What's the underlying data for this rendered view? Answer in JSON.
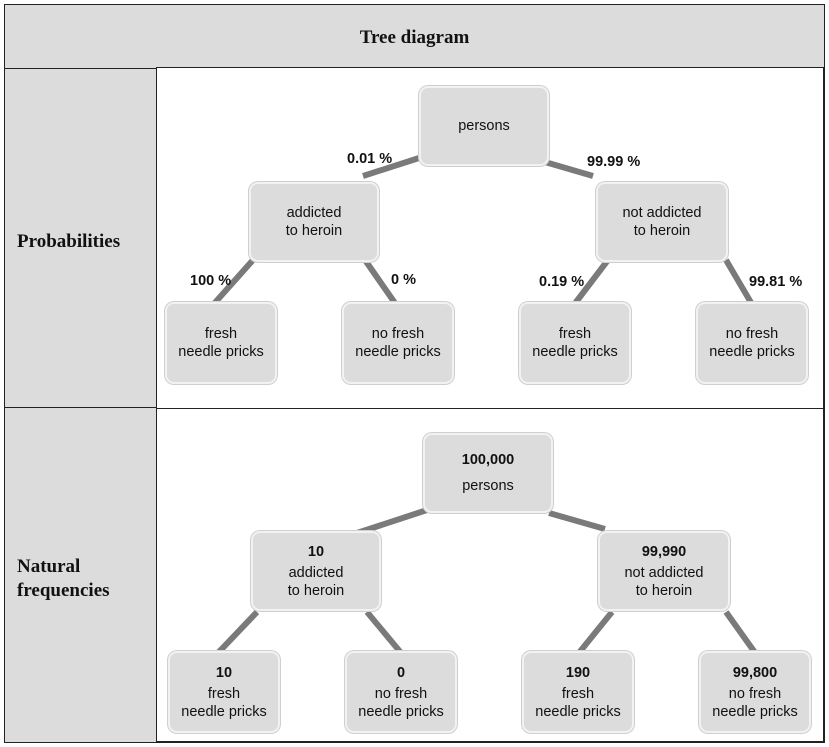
{
  "header": {
    "title": "Tree diagram"
  },
  "rows": {
    "probabilities": {
      "label": "Probabilities"
    },
    "natural_frequencies": {
      "label_line1": "Natural",
      "label_line2": "frequencies"
    }
  },
  "prob_tree": {
    "root": {
      "label": "persons"
    },
    "left": {
      "label_line1": "addicted",
      "label_line2": "to heroin"
    },
    "right": {
      "label_line1": "not addicted",
      "label_line2": "to heroin"
    },
    "leaf_ll": {
      "label_line1": "fresh",
      "label_line2": "needle pricks"
    },
    "leaf_lr": {
      "label_line1": "no fresh",
      "label_line2": "needle pricks"
    },
    "leaf_rl": {
      "label_line1": "fresh",
      "label_line2": "needle pricks"
    },
    "leaf_rr": {
      "label_line1": "no fresh",
      "label_line2": "needle pricks"
    },
    "edges": {
      "root_left": "0.01 %",
      "root_right": "99.99 %",
      "left_left": "100 %",
      "left_right": "0 %",
      "right_left": "0.19 %",
      "right_right": "99.81 %"
    }
  },
  "nf_tree": {
    "root": {
      "count": "100,000",
      "label": "persons"
    },
    "left": {
      "count": "10",
      "label_line1": "addicted",
      "label_line2": "to heroin"
    },
    "right": {
      "count": "99,990",
      "label_line1": "not addicted",
      "label_line2": "to heroin"
    },
    "leaf_ll": {
      "count": "10",
      "label_line1": "fresh",
      "label_line2": "needle pricks"
    },
    "leaf_lr": {
      "count": "0",
      "label_line1": "no fresh",
      "label_line2": "needle pricks"
    },
    "leaf_rl": {
      "count": "190",
      "label_line1": "fresh",
      "label_line2": "needle pricks"
    },
    "leaf_rr": {
      "count": "99,800",
      "label_line1": "no fresh",
      "label_line2": "needle pricks"
    }
  },
  "colors": {
    "node_fill": "#dcdcdc",
    "edge": "#7a7a7a",
    "frame": "#222222"
  }
}
